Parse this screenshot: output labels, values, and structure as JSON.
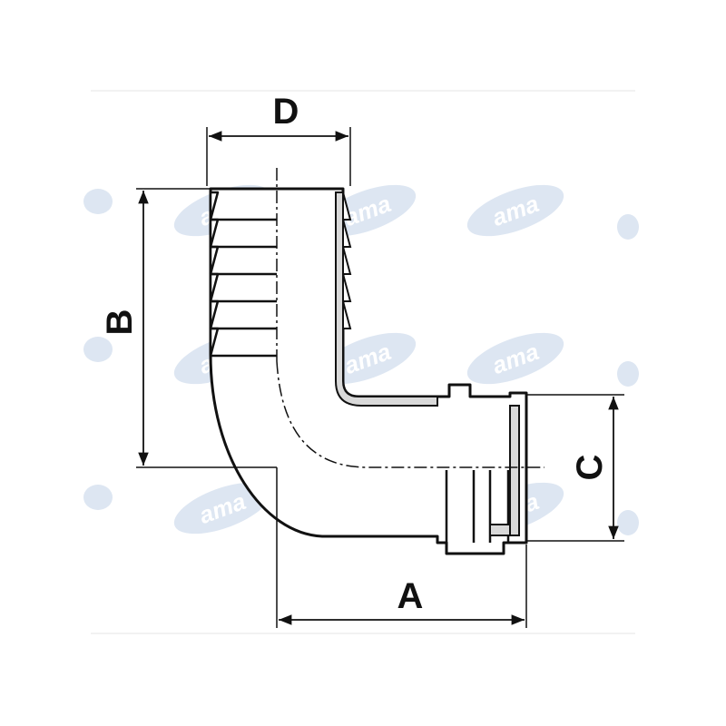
{
  "dimensions": {
    "a": "A",
    "b": "B",
    "c": "C",
    "d": "D"
  },
  "watermark": {
    "text": "ama"
  },
  "colors": {
    "line": "#111111",
    "fill": "#ffffff",
    "ribs": "#d9d9d9",
    "watermark": "#dde6f2"
  }
}
